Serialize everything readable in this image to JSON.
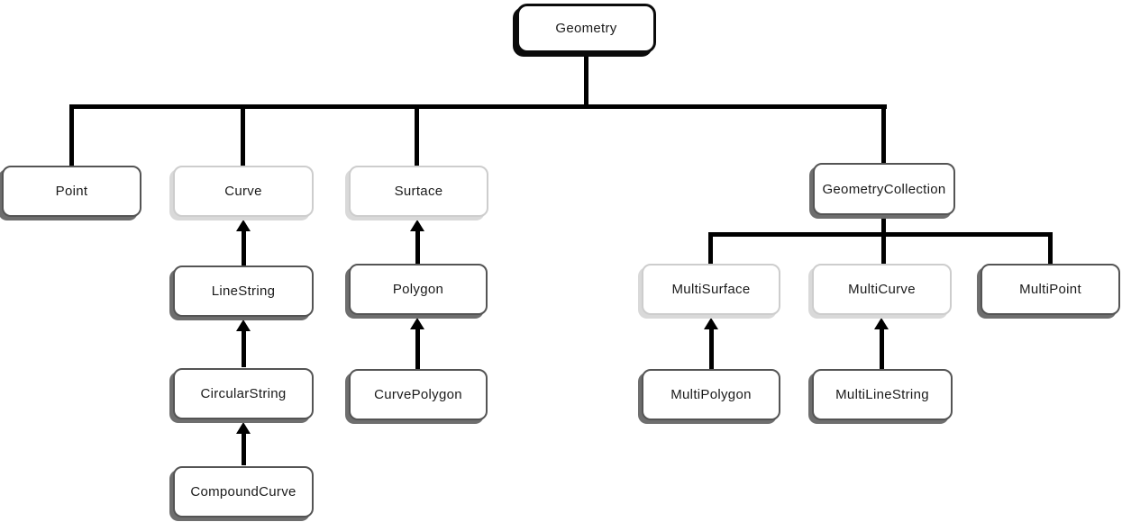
{
  "diagram": {
    "type": "class-hierarchy-tree",
    "nodes": [
      {
        "id": "geometry",
        "label": "Geometry",
        "variant": "root"
      },
      {
        "id": "point",
        "label": "Point",
        "variant": "dark"
      },
      {
        "id": "curve",
        "label": "Curve",
        "variant": "light"
      },
      {
        "id": "surtace",
        "label": "Surtace",
        "variant": "light"
      },
      {
        "id": "geometry-collection",
        "label": "GeometryCollection",
        "variant": "dark"
      },
      {
        "id": "linestring",
        "label": "LineString",
        "variant": "dark"
      },
      {
        "id": "polygon",
        "label": "Polygon",
        "variant": "dark"
      },
      {
        "id": "multisurface",
        "label": "MultiSurface",
        "variant": "light"
      },
      {
        "id": "multicurve",
        "label": "MultiCurve",
        "variant": "light"
      },
      {
        "id": "multipoint",
        "label": "MultiPoint",
        "variant": "dark"
      },
      {
        "id": "circularstring",
        "label": "CircularString",
        "variant": "dark"
      },
      {
        "id": "curvepolygon",
        "label": "CurvePolygon",
        "variant": "dark"
      },
      {
        "id": "multipolygon",
        "label": "MultiPolygon",
        "variant": "dark"
      },
      {
        "id": "multilinestring",
        "label": "MultiLineString",
        "variant": "dark"
      },
      {
        "id": "compoundcurve",
        "label": "CompoundCurve",
        "variant": "dark"
      }
    ],
    "edges": [
      {
        "from": "Geometry",
        "to": "Point",
        "style": "line"
      },
      {
        "from": "Geometry",
        "to": "Curve",
        "style": "line"
      },
      {
        "from": "Geometry",
        "to": "Surtace",
        "style": "line"
      },
      {
        "from": "Geometry",
        "to": "GeometryCollection",
        "style": "line"
      },
      {
        "from": "LineString",
        "to": "Curve",
        "style": "arrow-up"
      },
      {
        "from": "CircularString",
        "to": "LineString",
        "style": "arrow-up"
      },
      {
        "from": "CompoundCurve",
        "to": "CircularString",
        "style": "arrow-up"
      },
      {
        "from": "Polygon",
        "to": "Surtace",
        "style": "arrow-up"
      },
      {
        "from": "CurvePolygon",
        "to": "Polygon",
        "style": "arrow-up"
      },
      {
        "from": "GeometryCollection",
        "to": "MultiSurface",
        "style": "line"
      },
      {
        "from": "GeometryCollection",
        "to": "MultiCurve",
        "style": "line"
      },
      {
        "from": "GeometryCollection",
        "to": "MultiPoint",
        "style": "line"
      },
      {
        "from": "MultiPolygon",
        "to": "MultiSurface",
        "style": "arrow-up"
      },
      {
        "from": "MultiLineString",
        "to": "MultiCurve",
        "style": "arrow-up"
      }
    ],
    "colors": {
      "background": "#ffffff",
      "connector": "#000000",
      "root_border": "#0b0b0b",
      "dark_border": "#545454",
      "dark_shadow": "#6e6e6e",
      "light_border": "#cdcdcd",
      "light_shadow": "#d9d9d9",
      "text": "#1a1a1a"
    }
  }
}
